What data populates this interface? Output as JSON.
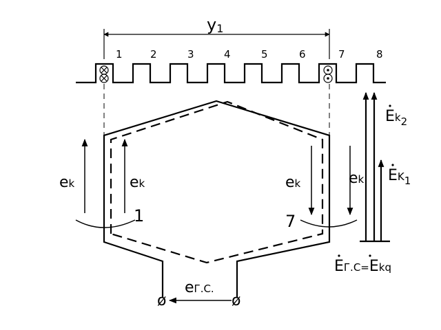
{
  "labels": {
    "pitch": "y",
    "pitch_sub": "1",
    "slots": [
      "1",
      "2",
      "3",
      "4",
      "5",
      "6",
      "7",
      "8"
    ],
    "ek": "e",
    "ek_sub": "k",
    "coil_side_left": "1",
    "coil_side_right": "7",
    "Ek2": "E",
    "Ek2_sub": "k",
    "Ek2_idx": "2",
    "Ek1": "E",
    "Ek1_sub": "K",
    "Ek1_idx": "1",
    "eq_left": "E",
    "eq_left_sub": "Г.С",
    "eq_sign": "=",
    "eq_right": "E",
    "eq_right_sub": "kq",
    "egs": "e",
    "egs_sub": "Г.С.",
    "terminal": "ø"
  }
}
